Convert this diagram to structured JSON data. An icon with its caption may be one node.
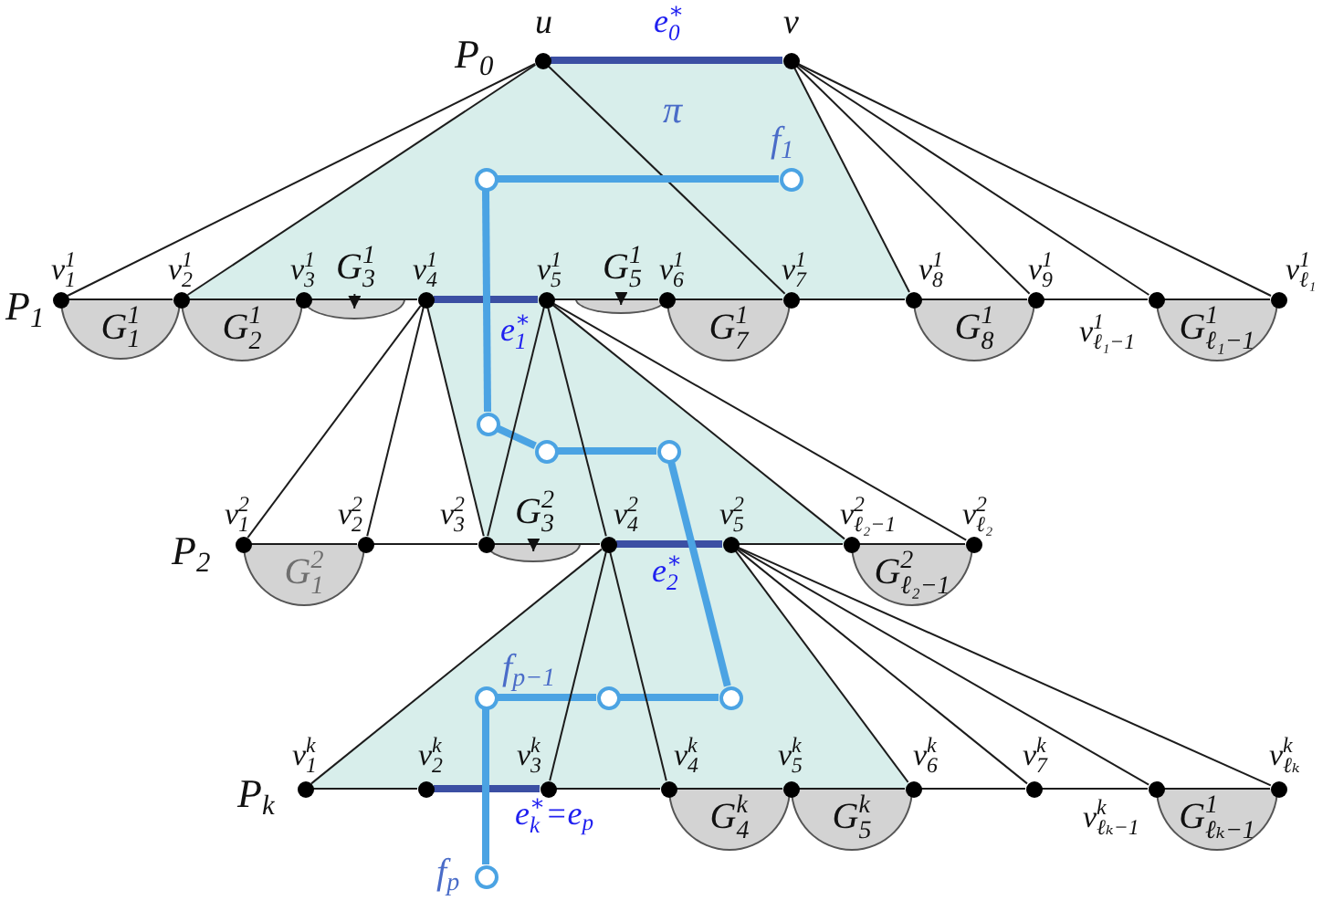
{
  "diagram": {
    "nodes": [
      {
        "text": [],
        "shape": "circle",
        "beside": [
          "u"
        ]
      },
      {
        "text": [],
        "shape": "circle",
        "beside": [
          "v"
        ]
      },
      {
        "text": [],
        "shape": "circle"
      },
      {
        "text": [],
        "shape": "circle",
        "beside": [
          "f$_{1}$"
        ]
      },
      {
        "text": [
          "G$^{1}$$_{3}$"
        ]
      },
      {
        "text": [
          "G$^{1}$$_{5}$"
        ]
      },
      {
        "text": [],
        "shape": "circle",
        "beside": [
          "v$^{1}$$_{1}$"
        ]
      },
      {
        "text": [],
        "shape": "circle",
        "beside": [
          "v$^{1}$$_{2}$"
        ]
      },
      {
        "text": [],
        "shape": "circle",
        "beside": [
          "v$^{1}$$_{3}$"
        ]
      },
      {
        "text": [],
        "shape": "circle",
        "beside": [
          "v$^{1}$$_{4}$"
        ]
      },
      {
        "text": [],
        "shape": "circle",
        "beside": [
          "v$^{1}$$_{5}$"
        ]
      },
      {
        "text": [],
        "shape": "circle",
        "beside": [
          "v$^{1}$$_{6}$"
        ]
      },
      {
        "text": [],
        "shape": "circle",
        "beside": [
          "v$^{1}$$_{7}$"
        ]
      },
      {
        "text": [],
        "shape": "circle",
        "beside": [
          "v$^{1}$$_{8}$"
        ]
      },
      {
        "text": [],
        "shape": "circle",
        "beside": [
          "v$^{1}$$_{9}$"
        ]
      },
      {
        "text": [],
        "shape": "circle",
        "beside": [
          "v$^{1}$$_{ℓ₁−1}$"
        ]
      },
      {
        "text": [],
        "shape": "circle",
        "beside": [
          "v$^{1}$$_{ℓ₁}$"
        ]
      },
      {
        "text": [
          "G$^{1}$$_{1}$"
        ]
      },
      {
        "text": [
          "G$^{1}$$_{2}$"
        ]
      },
      {
        "text": [],
        "shape": "semicircle"
      },
      {
        "text": [],
        "shape": "semicircle"
      },
      {
        "text": [
          "G$^{1}$$_{7}$"
        ]
      },
      {
        "text": [
          "G$^{1}$$_{8}$"
        ]
      },
      {
        "text": [
          "G$^{1}$$_{ℓ₁−1}$"
        ]
      },
      {
        "text": [],
        "shape": "circle"
      },
      {
        "text": [],
        "shape": "circle"
      },
      {
        "text": [],
        "shape": "circle"
      },
      {
        "text": [
          "G$^{2}$$_{3}$"
        ]
      },
      {
        "text": [],
        "shape": "circle",
        "beside": [
          "v$^{2}$$_{1}$"
        ]
      },
      {
        "text": [],
        "shape": "circle",
        "beside": [
          "v$^{2}$$_{2}$"
        ]
      },
      {
        "text": [],
        "shape": "circle",
        "beside": [
          "v$^{2}$$_{3}$"
        ]
      },
      {
        "text": [],
        "shape": "circle",
        "beside": [
          "v$^{2}$$_{4}$"
        ]
      },
      {
        "text": [],
        "shape": "circle",
        "beside": [
          "v$^{2}$$_{5}$"
        ]
      },
      {
        "text": [],
        "shape": "circle",
        "beside": [
          "v$^{2}$$_{ℓ₂−1}$"
        ]
      },
      {
        "text": [],
        "shape": "circle",
        "beside": [
          "v$^{2}$$_{ℓ₂}$"
        ]
      },
      {
        "text": [
          "G$^{2}$$_{1}$"
        ]
      },
      {
        "text": [],
        "shape": "semicircle"
      },
      {
        "text": [
          "G$^{2}$$_{ℓ₂−1}$"
        ]
      },
      {
        "text": [],
        "shape": "circle",
        "beside": [
          "f$_{p−1}$"
        ]
      },
      {
        "text": [],
        "shape": "circle"
      },
      {
        "text": [],
        "shape": "circle"
      },
      {
        "text": [],
        "shape": "circle",
        "beside": [
          "v$^{k}$$_{1}$"
        ]
      },
      {
        "text": [],
        "shape": "circle",
        "beside": [
          "v$^{k}$$_{2}$"
        ]
      },
      {
        "text": [],
        "shape": "circle",
        "beside": [
          "v$^{k}$$_{3}$"
        ]
      },
      {
        "text": [],
        "shape": "circle",
        "beside": [
          "v$^{k}$$_{4}$"
        ]
      },
      {
        "text": [],
        "shape": "circle",
        "beside": [
          "v$^{k}$$_{5}$"
        ]
      },
      {
        "text": [],
        "shape": "circle",
        "beside": [
          "v$^{k}$$_{6}$"
        ]
      },
      {
        "text": [],
        "shape": "circle",
        "beside": [
          "v$^{k}$$_{7}$"
        ]
      },
      {
        "text": [],
        "shape": "circle",
        "beside": [
          "v$^{k}$$_{ℓₖ−1}$"
        ]
      },
      {
        "text": [],
        "shape": "circle",
        "beside": [
          "v$^{k}$$_{ℓₖ}$"
        ]
      },
      {
        "text": [
          "G$^{k}$$_{4}$"
        ]
      },
      {
        "text": [
          "G$^{k}$$_{5}$"
        ]
      },
      {
        "text": [
          "G$^{1}$$_{ℓₖ−1}$"
        ]
      },
      {
        "text": [],
        "shape": "circle",
        "beside": [
          "f$_{p}$"
        ]
      }
    ],
    "edges": [
      {
        "from": 0,
        "to": 1,
        "arrow": "none",
        "style": "thick",
        "color": "#3b4fa3",
        "label": "e$^{∗}$$_{0}$"
      },
      {
        "from": 6,
        "to": 7,
        "arrow": "none"
      },
      {
        "from": 7,
        "to": 8,
        "arrow": "none"
      },
      {
        "from": 8,
        "to": 9,
        "arrow": "none"
      },
      {
        "from": 9,
        "to": 10,
        "arrow": "none",
        "style": "thick",
        "color": "#3b4fa3",
        "label": "e$^{∗}$$_{1}$"
      },
      {
        "from": 10,
        "to": 11,
        "arrow": "none"
      },
      {
        "from": 11,
        "to": 12,
        "arrow": "none"
      },
      {
        "from": 12,
        "to": 13,
        "arrow": "none"
      },
      {
        "from": 13,
        "to": 14,
        "arrow": "none"
      },
      {
        "from": 14,
        "to": 15,
        "arrow": "none"
      },
      {
        "from": 15,
        "to": 16,
        "arrow": "none"
      },
      {
        "from": 0,
        "to": 6,
        "arrow": "none"
      },
      {
        "from": 0,
        "to": 7,
        "arrow": "none"
      },
      {
        "from": 0,
        "to": 12,
        "arrow": "none"
      },
      {
        "from": 1,
        "to": 13,
        "arrow": "none"
      },
      {
        "from": 1,
        "to": 14,
        "arrow": "none"
      },
      {
        "from": 1,
        "to": 15,
        "arrow": "none"
      },
      {
        "from": 1,
        "to": 16,
        "arrow": "none"
      },
      {
        "from": 4,
        "to": 19,
        "arrow": "to"
      },
      {
        "from": 5,
        "to": 20,
        "arrow": "to"
      },
      {
        "from": 3,
        "to": 2,
        "arrow": "none",
        "style": "thick",
        "color": "#4ba3e3"
      },
      {
        "from": 2,
        "to": 24,
        "arrow": "none",
        "style": "thick",
        "color": "#4ba3e3"
      },
      {
        "from": 24,
        "to": 25,
        "arrow": "none",
        "style": "thick",
        "color": "#4ba3e3"
      },
      {
        "from": 25,
        "to": 26,
        "arrow": "none",
        "style": "thick",
        "color": "#4ba3e3"
      },
      {
        "from": 28,
        "to": 29,
        "arrow": "none"
      },
      {
        "from": 29,
        "to": 30,
        "arrow": "none"
      },
      {
        "from": 30,
        "to": 31,
        "arrow": "none"
      },
      {
        "from": 31,
        "to": 32,
        "arrow": "none",
        "style": "thick",
        "color": "#3b4fa3",
        "label": "e$^{∗}$$_{2}$"
      },
      {
        "from": 32,
        "to": 33,
        "arrow": "none"
      },
      {
        "from": 33,
        "to": 34,
        "arrow": "none"
      },
      {
        "from": 9,
        "to": 28,
        "arrow": "none"
      },
      {
        "from": 9,
        "to": 29,
        "arrow": "none"
      },
      {
        "from": 9,
        "to": 30,
        "arrow": "none"
      },
      {
        "from": 10,
        "to": 30,
        "arrow": "none"
      },
      {
        "from": 10,
        "to": 31,
        "arrow": "none"
      },
      {
        "from": 10,
        "to": 33,
        "arrow": "none"
      },
      {
        "from": 10,
        "to": 34,
        "arrow": "none"
      },
      {
        "from": 27,
        "to": 36,
        "arrow": "to"
      },
      {
        "from": 26,
        "to": 40,
        "arrow": "none",
        "style": "thick",
        "color": "#4ba3e3"
      },
      {
        "from": 40,
        "to": 39,
        "arrow": "none",
        "style": "thick",
        "color": "#4ba3e3"
      },
      {
        "from": 39,
        "to": 38,
        "arrow": "none",
        "style": "thick",
        "color": "#4ba3e3"
      },
      {
        "from": 41,
        "to": 42,
        "arrow": "none"
      },
      {
        "from": 42,
        "to": 43,
        "arrow": "none",
        "style": "thick",
        "color": "#3b4fa3",
        "label": "e$^{∗}$$_{k}$=e$_{p}$"
      },
      {
        "from": 43,
        "to": 44,
        "arrow": "none"
      },
      {
        "from": 44,
        "to": 45,
        "arrow": "none"
      },
      {
        "from": 45,
        "to": 46,
        "arrow": "none"
      },
      {
        "from": 46,
        "to": 47,
        "arrow": "none"
      },
      {
        "from": 47,
        "to": 48,
        "arrow": "none"
      },
      {
        "from": 48,
        "to": 49,
        "arrow": "none"
      },
      {
        "from": 31,
        "to": 41,
        "arrow": "none"
      },
      {
        "from": 31,
        "to": 43,
        "arrow": "none"
      },
      {
        "from": 31,
        "to": 44,
        "arrow": "none"
      },
      {
        "from": 32,
        "to": 46,
        "arrow": "none"
      },
      {
        "from": 32,
        "to": 47,
        "arrow": "none"
      },
      {
        "from": 32,
        "to": 48,
        "arrow": "none"
      },
      {
        "from": 32,
        "to": 49,
        "arrow": "none"
      },
      {
        "from": 38,
        "to": 53,
        "arrow": "none",
        "style": "thick",
        "color": "#4ba3e3"
      }
    ],
    "labels": [
      "P$_{0}$",
      "π",
      "P$_{1}$",
      "P$_{2}$",
      "P$_{k}$"
    ]
  }
}
